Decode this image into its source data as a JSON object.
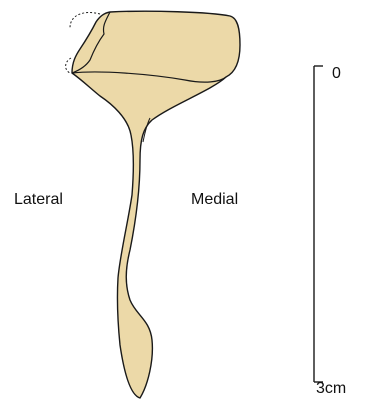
{
  "labels": {
    "lateral": "Lateral",
    "medial": "Medial"
  },
  "scale": {
    "top_label": "0",
    "bottom_label": "3cm"
  },
  "colors": {
    "bone_fill": "#ecd9a8",
    "outline": "#1a1a1a",
    "background": "#ffffff"
  }
}
